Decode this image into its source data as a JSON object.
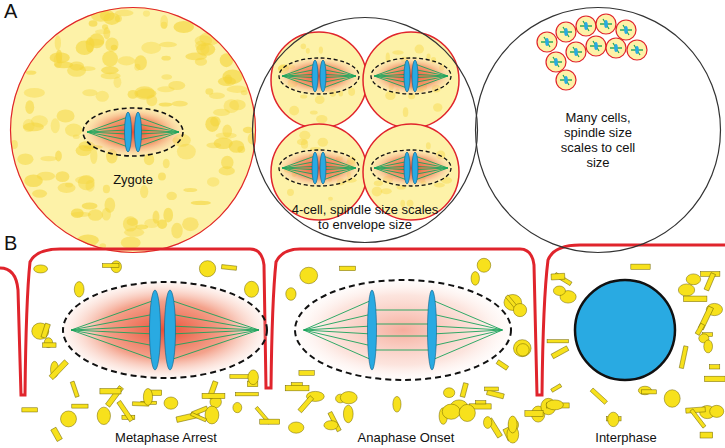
{
  "diagram": {
    "nodes": [
      {
        "text": [
          "Zygote"
        ]
      },
      {
        "text": [
          "4-cell, spindle size scales to envelope size"
        ]
      },
      {
        "text": [
          "Many cells, spindle size scales to cell size"
        ]
      }
    ],
    "labels": [
      "A",
      "B",
      "Metaphase Arrest",
      "Anaphase Onset",
      "Interphase"
    ]
  }
}
